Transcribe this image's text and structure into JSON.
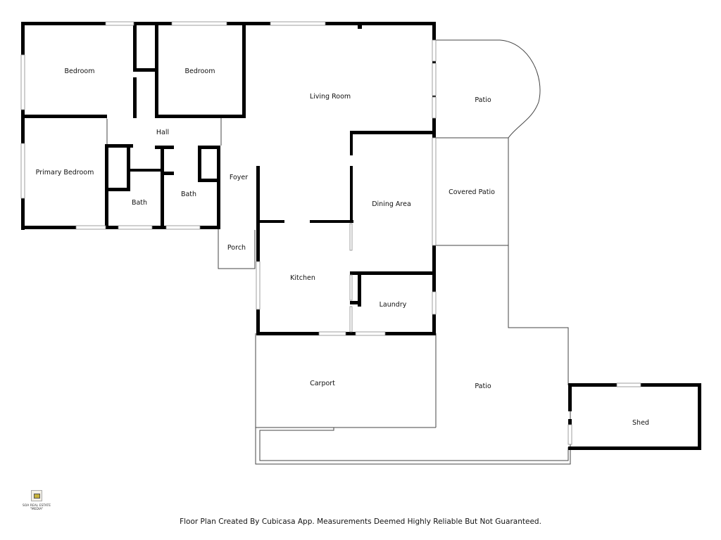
{
  "rooms": {
    "bedroom_1": "Bedroom",
    "bedroom_2": "Bedroom",
    "living_room": "Living Room",
    "patio_top": "Patio",
    "hall": "Hall",
    "primary_bedroom": "Primary Bedroom",
    "bath_1": "Bath",
    "bath_2": "Bath",
    "foyer": "Foyer",
    "dining_area": "Dining Area",
    "covered_patio": "Covered Patio",
    "porch": "Porch",
    "kitchen": "Kitchen",
    "laundry": "Laundry",
    "carport": "Carport",
    "patio_bottom": "Patio",
    "shed": "Shed"
  },
  "logo": {
    "line1": "SOA REAL ESTATE",
    "line2": "\"MEDIA\""
  },
  "footer": "Floor Plan Created By Cubicasa App. Measurements Deemed Highly Reliable But Not Guaranteed."
}
